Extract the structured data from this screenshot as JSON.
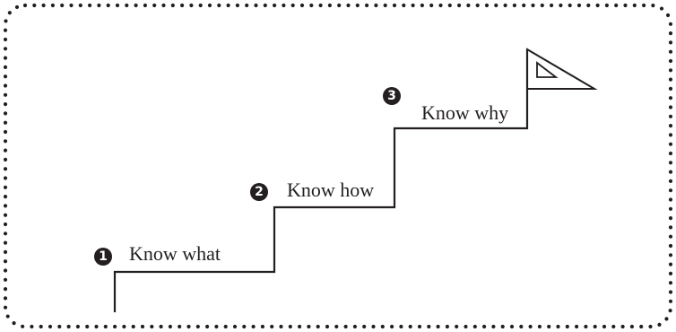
{
  "steps": [
    {
      "number": "1",
      "label": "Know what"
    },
    {
      "number": "2",
      "label": "Know how"
    },
    {
      "number": "3",
      "label": "Know why"
    }
  ],
  "icons": {
    "flag": "triangle-flag-icon"
  },
  "colors": {
    "line": "#231f20",
    "border_dots": "#231f20",
    "background": "#ffffff"
  }
}
